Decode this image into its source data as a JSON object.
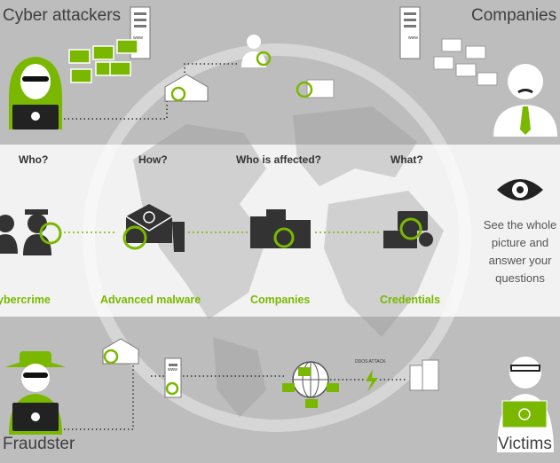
{
  "corners": {
    "top_left": "Cyber attackers",
    "top_right": "Companies",
    "bottom_left": "Fraudster",
    "bottom_right": "Victims"
  },
  "questions": [
    "Who?",
    "How?",
    "Who is affected?",
    "What?"
  ],
  "categories": [
    "Cybercrime",
    "Advanced malware",
    "Companies",
    "Credentials"
  ],
  "side_text": [
    "See the whole",
    "picture and",
    "answer your",
    "questions"
  ],
  "labels": {
    "www": "www",
    "ddos": "DDOS ATTACK"
  },
  "colors": {
    "accent_green": "#7ab800",
    "dark_gray": "#3f3f3f",
    "band_gray": "#bdbdbd",
    "band_light": "#f2f2f2"
  }
}
